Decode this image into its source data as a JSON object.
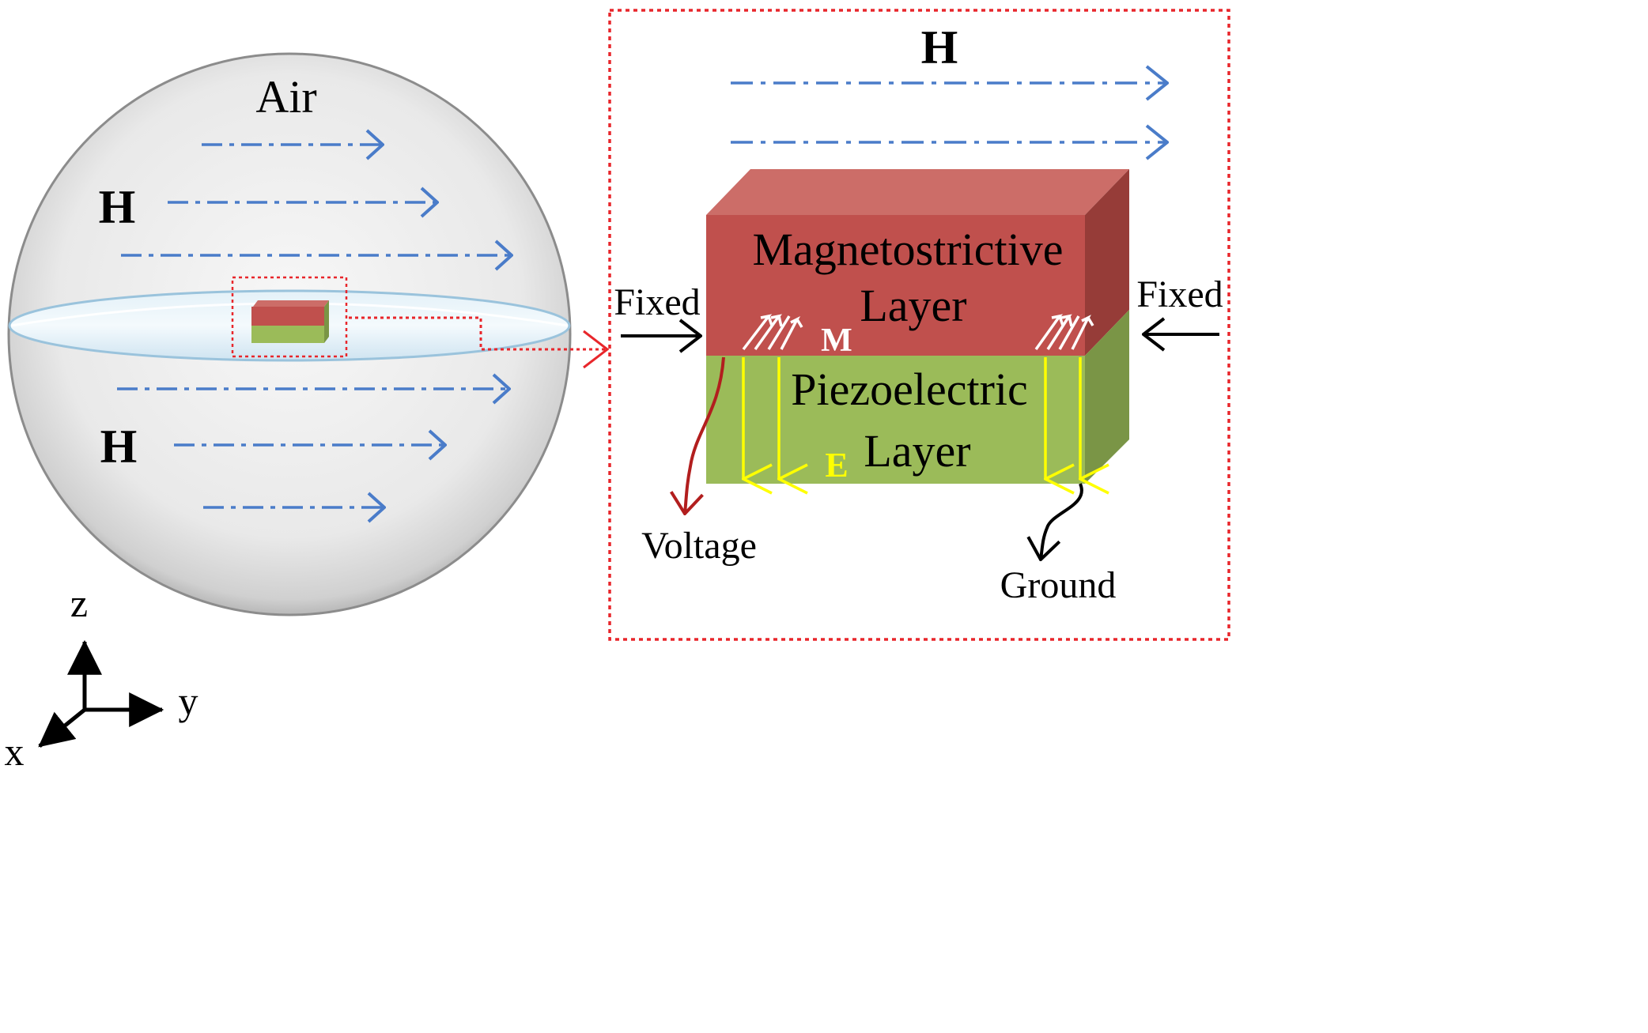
{
  "left_panel": {
    "air_label": "Air",
    "field_label_upper": "H",
    "field_label_lower": "H"
  },
  "axes": {
    "z_label": "z",
    "y_label": "y",
    "x_label": "x"
  },
  "detail_panel": {
    "field_label": "H",
    "top_layer_line1": "Magnetostrictive",
    "top_layer_line2": "Layer",
    "bottom_layer_line1": "Piezoelectric",
    "bottom_layer_line2": "Layer",
    "magnetization_label": "M",
    "electric_field_label": "E",
    "left_boundary_label": "Fixed",
    "right_boundary_label": "Fixed",
    "voltage_label": "Voltage",
    "ground_label": "Ground"
  },
  "colors": {
    "field_arrow": "#4a7cc9",
    "magnetostrictive_front": "#c0504d",
    "magnetostrictive_top": "#cc6d68",
    "magnetostrictive_side": "#963c38",
    "piezoelectric_front": "#9bbb59",
    "piezoelectric_side": "#7a9546",
    "dotted_frame": "#e8262b",
    "electric_arrow": "#ffff00",
    "magnetization_arrow": "#ffffff",
    "voltage_wire": "#b21e1e"
  }
}
